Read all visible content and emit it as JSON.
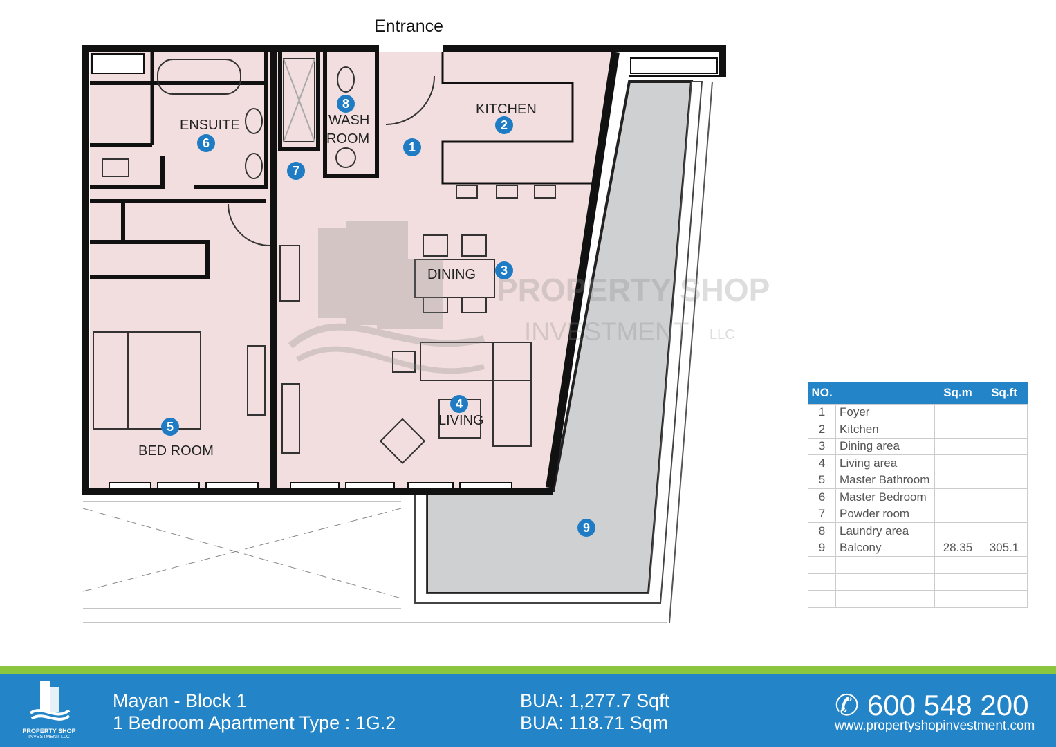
{
  "plan": {
    "entrance_label": "Entrance",
    "rooms": {
      "ensuite": "ENSUITE",
      "kitchen": "KITCHEN",
      "wash": "WASH",
      "room": "ROOM",
      "dining": "DINING",
      "living": "LIVING",
      "bedroom": "BED ROOM"
    },
    "markers": [
      "1",
      "2",
      "3",
      "4",
      "5",
      "6",
      "7",
      "8",
      "9"
    ],
    "watermark": {
      "line1": "PROPERTY SHOP",
      "line2": "INVESTMENT",
      "llc": "LLC"
    }
  },
  "area_table": {
    "headers": {
      "no": "NO.",
      "sqm": "Sq.m",
      "sqft": "Sq.ft"
    },
    "rows": [
      {
        "no": "1",
        "name": "Foyer",
        "sqm": "",
        "sqft": ""
      },
      {
        "no": "2",
        "name": "Kitchen",
        "sqm": "",
        "sqft": ""
      },
      {
        "no": "3",
        "name": "Dining area",
        "sqm": "",
        "sqft": ""
      },
      {
        "no": "4",
        "name": "Living  area",
        "sqm": "",
        "sqft": ""
      },
      {
        "no": "5",
        "name": "Master Bathroom",
        "sqm": "",
        "sqft": ""
      },
      {
        "no": "6",
        "name": "Master Bedroom",
        "sqm": "",
        "sqft": ""
      },
      {
        "no": "7",
        "name": "Powder room",
        "sqm": "",
        "sqft": ""
      },
      {
        "no": "8",
        "name": "Laundry area",
        "sqm": "",
        "sqft": ""
      },
      {
        "no": "9",
        "name": "Balcony",
        "sqm": "28.35",
        "sqft": "305.1"
      },
      {
        "no": "",
        "name": "",
        "sqm": "",
        "sqft": ""
      },
      {
        "no": "",
        "name": "",
        "sqm": "",
        "sqft": ""
      },
      {
        "no": "",
        "name": "",
        "sqm": "",
        "sqft": ""
      }
    ]
  },
  "footer": {
    "logo_line1": "PROPERTY SHOP",
    "logo_line2": "INVESTMENT LLC",
    "project": "Mayan - Block 1",
    "type": "1 Bedroom Apartment Type : 1G.2",
    "bua_sqft": "BUA: 1,277.7 Sqft",
    "bua_sqm": "BUA: 118.71 Sqm",
    "phone": "600 548 200",
    "website": "www.propertyshopinvestment.com"
  },
  "colors": {
    "accent": "#2385c8",
    "green": "#8cc63f",
    "room": "#f2dede",
    "balcony": "#cfd0d2"
  }
}
